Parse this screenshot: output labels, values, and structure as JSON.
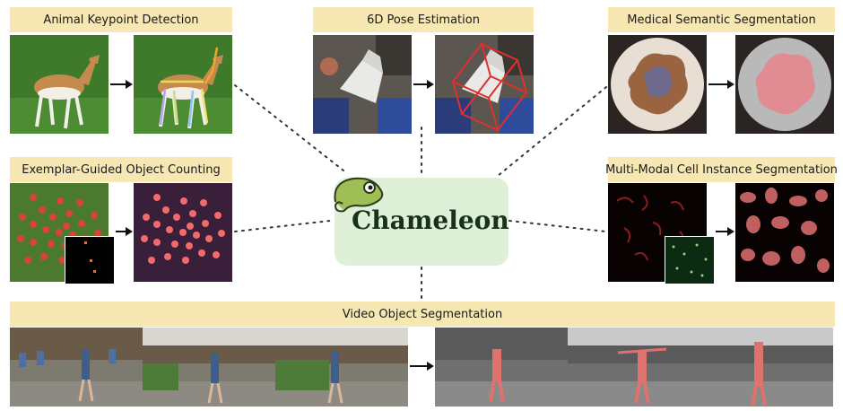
{
  "center": {
    "title": "Chameleon",
    "icon": "chameleon-icon",
    "color": "#9fbe56"
  },
  "tasks": {
    "animal": "Animal Keypoint Detection",
    "pose": "6D Pose Estimation",
    "medical": "Medical Semantic Segmentation",
    "counting": "Exemplar-Guided Object Counting",
    "cell": "Multi-Modal Cell Instance Segmentation",
    "video": "Video Object Segmentation"
  },
  "colors": {
    "banner": "#f6e7b3",
    "center_box": "#dff0d8",
    "mask": "#e8747a",
    "pose_box": "#e0302e"
  }
}
